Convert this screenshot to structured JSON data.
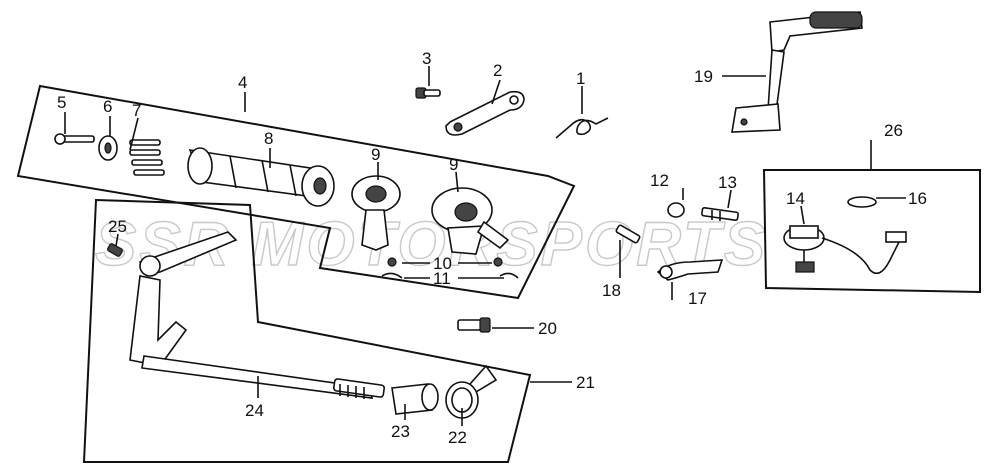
{
  "watermark": "SSR MOTORSPORTS",
  "callouts": {
    "c1": "1",
    "c2": "2",
    "c3": "3",
    "c4": "4",
    "c5": "5",
    "c6": "6",
    "c7": "7",
    "c8": "8",
    "c9a": "9",
    "c9b": "9",
    "c10": "10",
    "c11": "11",
    "c12": "12",
    "c13": "13",
    "c14": "14",
    "c16": "16",
    "c17": "17",
    "c18": "18",
    "c19": "19",
    "c20": "20",
    "c21": "21",
    "c22": "22",
    "c23": "23",
    "c24": "24",
    "c25": "25",
    "c26": "26"
  },
  "icons": {
    "gear_shift_pedal": "gear-shift-pedal-icon",
    "shift_drum": "shift-drum-icon",
    "shift_fork": "shift-fork-icon",
    "neutral_switch": "neutral-switch-icon",
    "shift_shaft": "shift-shaft-icon",
    "spring": "spring-icon"
  }
}
